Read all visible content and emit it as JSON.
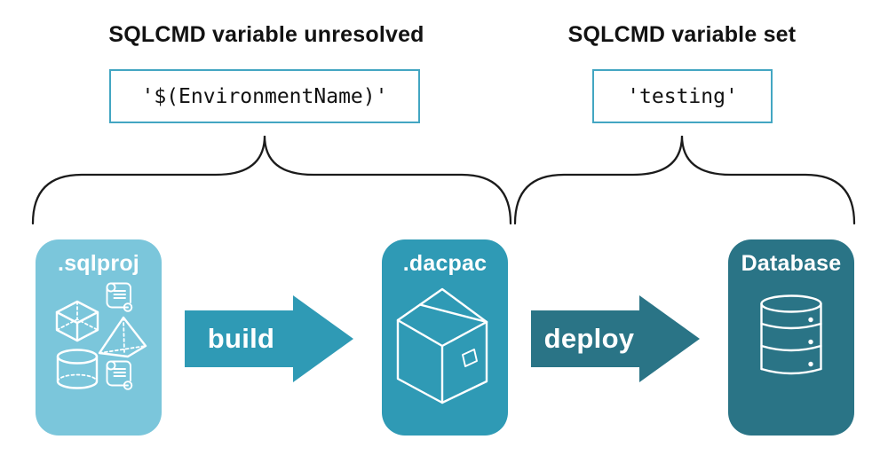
{
  "annotations": {
    "left": {
      "heading": "SQLCMD variable unresolved",
      "code": "'$(EnvironmentName)'"
    },
    "right": {
      "heading": "SQLCMD variable set",
      "code": "'testing'"
    }
  },
  "pipeline": {
    "cards": [
      {
        "label": ".sqlproj",
        "icon": "sql-project-objects-icon",
        "color": "#7bc6db"
      },
      {
        "label": ".dacpac",
        "icon": "package-icon",
        "color": "#2f9ab5"
      },
      {
        "label": "Database",
        "icon": "database-icon",
        "color": "#2a7486"
      }
    ],
    "arrows": [
      {
        "label": "build",
        "color": "#2f9ab5"
      },
      {
        "label": "deploy",
        "color": "#2a7486"
      }
    ]
  },
  "colors": {
    "background": "#ffffff",
    "text": "#121212",
    "code_box_border": "#43a6c2",
    "brace_stroke": "#1b1b1b",
    "icon_stroke": "#ffffff",
    "sqlproj_card": "#7bc6db",
    "dacpac_card": "#2f9ab5",
    "database_card": "#2a7486"
  }
}
